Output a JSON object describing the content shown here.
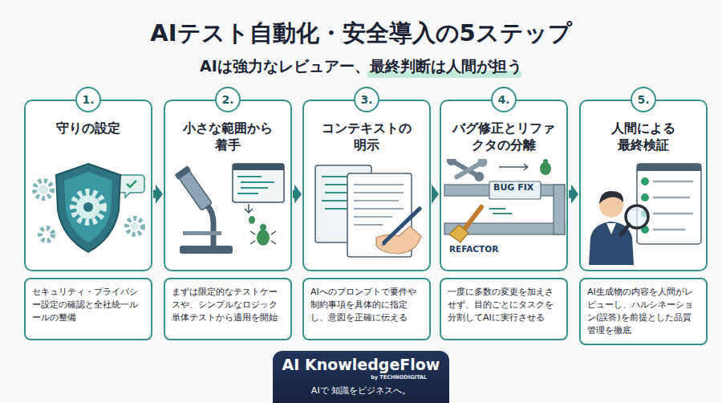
{
  "diagram": {
    "title": "AIテスト自動化・安全導入の5ステップ",
    "nodes": [
      {
        "text": [
          "守りの設定"
        ]
      },
      {
        "text": [
          "1."
        ],
        "in": 0
      },
      {
        "text": [
          "セキュリティ・プライバシー設定の確認と全社統一ルールの整備"
        ]
      },
      {
        "text": [
          "小さな範囲から着手"
        ]
      },
      {
        "text": [
          "2."
        ],
        "in": 3
      },
      {
        "text": [
          "まずは限定的なテストケースや、シンプルなロジック単体テストから適用を開始"
        ]
      },
      {
        "text": [
          "コンテキストの明示"
        ]
      },
      {
        "text": [
          "3."
        ],
        "in": 6
      },
      {
        "text": [
          "AIへのプロンプトで要件や制約事項を具体的に指定し、意図を正確に伝える"
        ]
      },
      {
        "text": [
          "バグ修正とリファクタの分離"
        ]
      },
      {
        "text": [
          "4."
        ],
        "in": 9
      },
      {
        "text": [
          "一度に多数の変更を加えさせず、目的ごとにタスクを分割してAIに実行させる"
        ]
      },
      {
        "text": [
          "人間による最終検証"
        ]
      },
      {
        "text": [
          "5."
        ],
        "in": 12
      },
      {
        "text": [
          "AI生成物の内容を人間がレビューし、ハルシネーション(誤答)を前提とした品質管理を徹底"
        ]
      },
      {
        "text": [
          "AI KnowledgeFlow",
          "by TECHNODIGITAL",
          "AIで 知識をビジネスへ。"
        ]
      }
    ],
    "edges": [
      {
        "from": 0,
        "to": 3,
        "arrow": "to"
      },
      {
        "from": 3,
        "to": 6,
        "arrow": "to"
      },
      {
        "from": 6,
        "to": 9,
        "arrow": "to"
      },
      {
        "from": 9,
        "to": 12,
        "arrow": "to"
      }
    ],
    "labels": [
      "AIは強力なレビュアー、最終判断は人間が担う",
      "BUG FIX",
      "REFACTOR"
    ]
  }
}
